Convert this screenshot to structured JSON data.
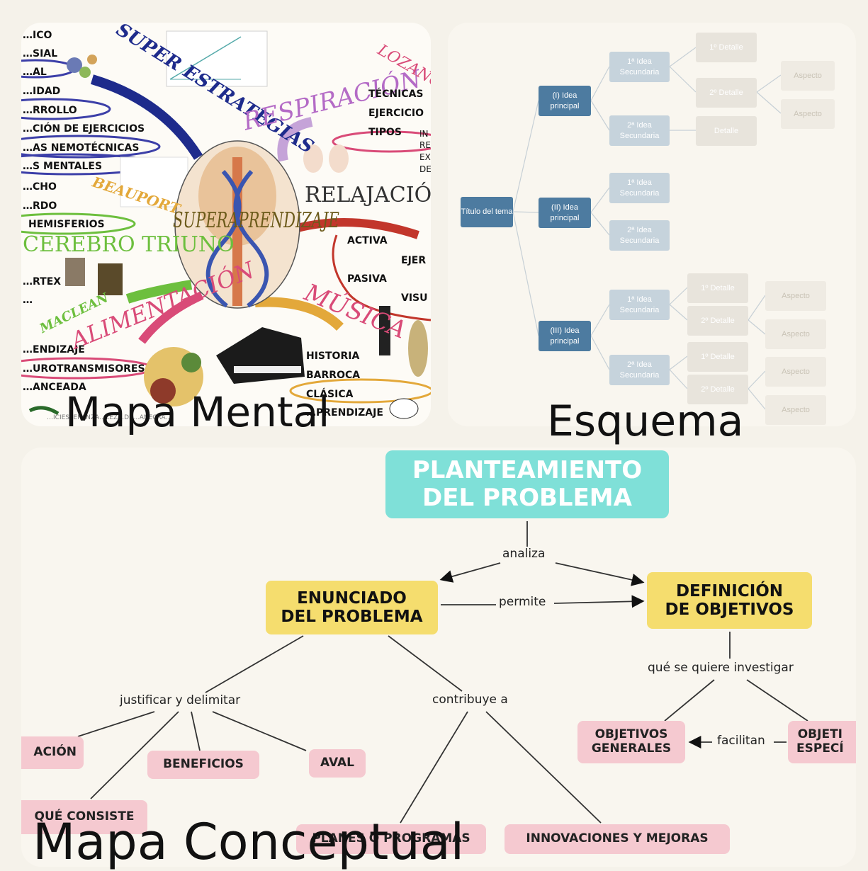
{
  "titles": {
    "mapa_mental": "Mapa Mental",
    "esquema": "Esquema",
    "mapa_conceptual": "Mapa Conceptual"
  },
  "mapa_mental": {
    "center": "SUPERAPRENDIZAJE",
    "branches": {
      "super_estrategias": "SUPER ESTRATEGIAS",
      "respiracion": "RESPIRACIÓN",
      "relajacion": "RELAJACIÓN",
      "musica": "MÚSICA",
      "alimentacion": "ALIMENTACIÓN",
      "cerebro_triuno": "CEREBRO TRIUNO",
      "beauport": "BEAUPORT",
      "maclean": "MACLEAN",
      "lozano": "LOZANO"
    },
    "left_items": [
      "…ICO",
      "…SIAL",
      "…AL",
      "…IDAD",
      "…RROLLO",
      "…CIÓN DE EJERCICIOS",
      "…AS NEMOTÉCNICAS",
      "…S MENTALES",
      "…CHO",
      "…RDO",
      "HEMISFERIOS",
      "…RTEX",
      "…",
      "…ENDIZAJE",
      "…UROTRANSMISORES",
      "…ANCEADA"
    ],
    "right_items": {
      "respiracion": [
        "TÉCNICAS",
        "EJERCICIO",
        "TIPOS"
      ],
      "respiracion_cut": [
        "IN",
        "RE",
        "EX",
        "DE"
      ],
      "relajacion": [
        "ACTIVA",
        "EJER",
        "PASIVA",
        "VISU"
      ],
      "musica": [
        "HISTORIA",
        "BARROCA",
        "CLÁSICA",
        "…PRENDIZAJE"
      ]
    },
    "footer": "…ICIESPERANZA…LEZ…DE…ANECRA…"
  },
  "esquema": {
    "root": "Título del tema",
    "ideas": [
      "(I) Idea principal",
      "(II) Idea principal",
      "(III) Idea principal"
    ],
    "sec1": "1ª Idea Secundaria",
    "sec2": "2ª Idea Secundaria",
    "det1": "1º Detalle",
    "det2": "2º Detalle",
    "det": "Detalle",
    "aspecto": "Aspecto"
  },
  "mapa_conceptual": {
    "root": "PLANTEAMIENTO\nDEL PROBLEMA",
    "enunciado": "ENUNCIADO\nDEL PROBLEMA",
    "definicion": "DEFINICIÓN\nDE OBJETIVOS",
    "links": {
      "analiza": "analiza",
      "permite": "permite",
      "justificar": "justificar y delimitar",
      "contribuye": "contribuye a",
      "que_se": "qué se quiere investigar",
      "facilitan": "facilitan"
    },
    "leaves": {
      "accion": "ACIÓN",
      "beneficios": "BENEFICIOS",
      "aval": "AVAL",
      "que_consiste": "QUÉ CONSISTE",
      "planes": "PLANES O PROGRAMAS",
      "innovaciones": "INNOVACIONES Y MEJORAS",
      "obj_generales": "OBJETIVOS\nGENERALES",
      "obj_especificos": "OBJETI\nESPECÍ"
    }
  },
  "colors": {
    "teal": "#7fe0d8",
    "yellow": "#f5dd6e",
    "pink": "#f5c9d0",
    "esquema_blue": "#4d7ba0"
  }
}
